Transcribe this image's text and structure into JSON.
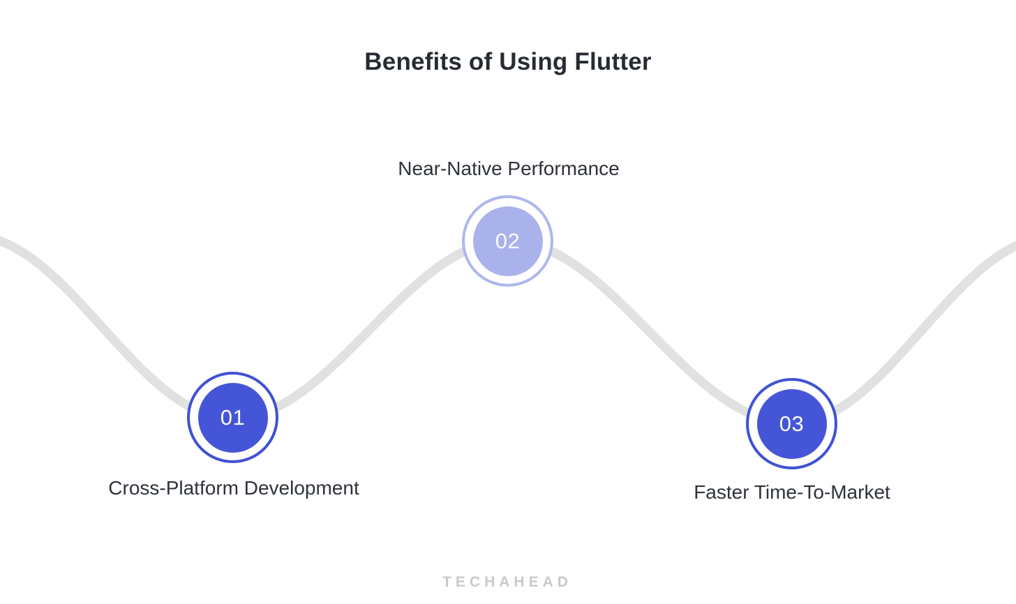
{
  "title": "Benefits of Using Flutter",
  "steps": [
    {
      "number": "01",
      "label": "Cross-Platform Development",
      "variant": "primary",
      "label_position": "below"
    },
    {
      "number": "02",
      "label": "Near-Native Performance",
      "variant": "light",
      "label_position": "above"
    },
    {
      "number": "03",
      "label": "Faster Time-To-Market",
      "variant": "primary",
      "label_position": "below"
    }
  ],
  "watermark": "TECHAHEAD",
  "colors": {
    "primary_blue": "#4456d7",
    "primary_blue_border": "#4052d3",
    "light_purple": "#a9b2ea",
    "light_purple_border": "#aeb7ee",
    "wave_gray": "#e1e1e1",
    "text_dark": "#2d323a",
    "title_dark": "#272c33",
    "watermark_gray": "#c9c9c9",
    "number_white": "#fdfdfe"
  }
}
